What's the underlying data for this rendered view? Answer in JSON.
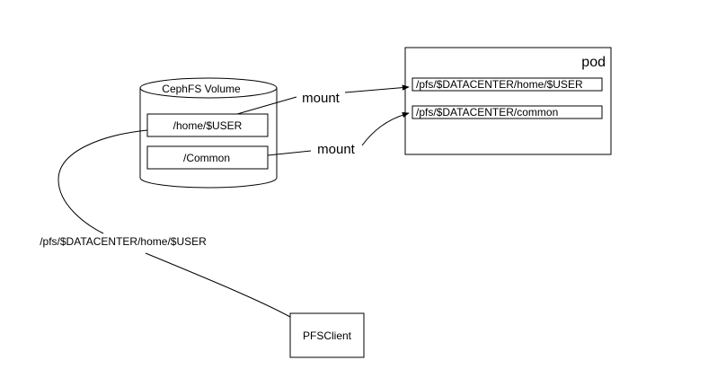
{
  "volume": {
    "title": "CephFS Volume",
    "home_dir": "/home/$USER",
    "common_dir": "/Common"
  },
  "pod": {
    "title": "pod",
    "home_mount_path": "/pfs/$DATACENTER/home/$USER",
    "common_mount_path": "/pfs/$DATACENTER/common"
  },
  "connectors": {
    "home_mount_label": "mount",
    "common_mount_label": "mount",
    "client_path_label": "/pfs/$DATACENTER/home/$USER"
  },
  "client": {
    "title": "PFSClient"
  }
}
